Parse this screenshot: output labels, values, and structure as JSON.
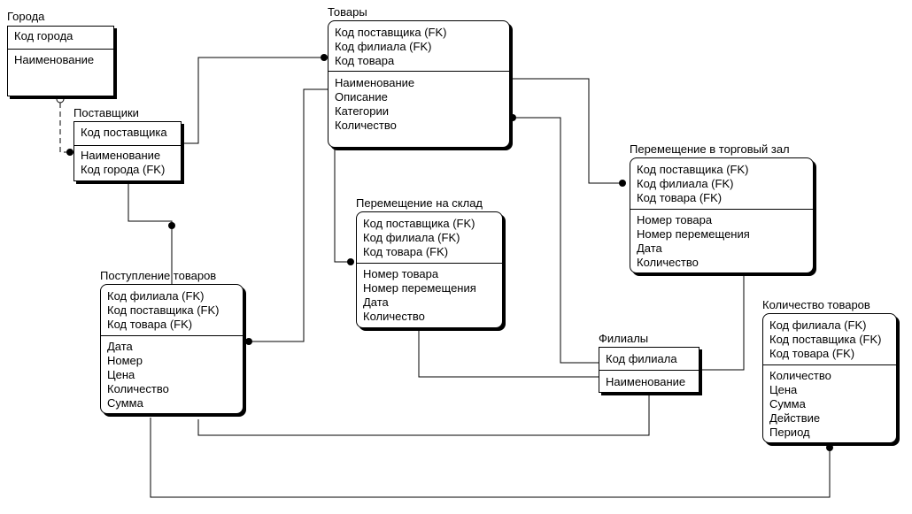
{
  "entities": {
    "goroda": {
      "title": "Города",
      "keys": [
        "Код города"
      ],
      "attrs": [
        "Наименование"
      ]
    },
    "postavshchiki": {
      "title": "Поставщики",
      "keys": [
        "Код поставщика"
      ],
      "attrs": [
        "Наименование",
        "Код города (FK)"
      ]
    },
    "tovary": {
      "title": "Товары",
      "keys": [
        "Код поставщика (FK)",
        "Код филиала (FK)",
        "Код товара"
      ],
      "attrs": [
        "Наименование",
        "Описание",
        "Категории",
        "Количество"
      ]
    },
    "postuplenie": {
      "title": "Поступление товаров",
      "keys": [
        "Код филиала (FK)",
        "Код поставщика (FK)",
        "Код товара (FK)"
      ],
      "attrs": [
        "Дата",
        "Номер",
        "Цена",
        "Количество",
        "Сумма"
      ]
    },
    "sklad": {
      "title": "Перемещение на склад",
      "keys": [
        "Код поставщика (FK)",
        "Код филиала (FK)",
        "Код товара (FK)"
      ],
      "attrs": [
        "Номер товара",
        "Номер перемещения",
        "Дата",
        "Количество"
      ]
    },
    "zal": {
      "title": "Перемещение в торговый зал",
      "keys": [
        "Код поставщика (FK)",
        "Код филиала (FK)",
        "Код товара (FK)"
      ],
      "attrs": [
        "Номер товара",
        "Номер перемещения",
        "Дата",
        "Количество"
      ]
    },
    "filialy": {
      "title": "Филиалы",
      "keys": [
        "Код филиала"
      ],
      "attrs": [
        "Наименование"
      ]
    },
    "kolichestvo": {
      "title": "Количество товаров",
      "keys": [
        "Код филиала (FK)",
        "Код поставщика (FK)",
        "Код товара (FK)"
      ],
      "attrs": [
        "Количество",
        "Цена",
        "Сумма",
        "Действие",
        "Период"
      ]
    }
  }
}
